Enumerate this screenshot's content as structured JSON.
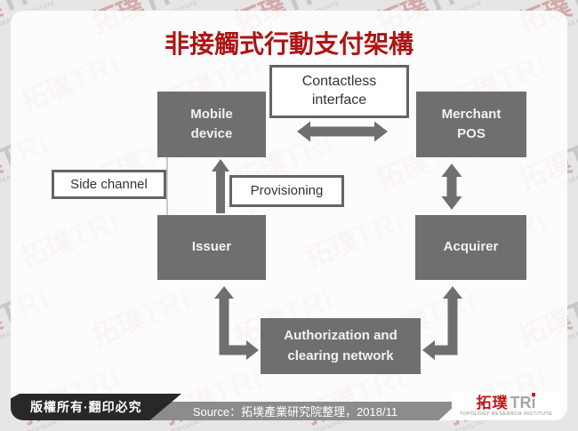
{
  "title": "非接觸式行動支付架構",
  "watermark": {
    "cn": "拓璞",
    "tri": "TRi",
    "subtitle": "TOPOLOGY RESEARCH INSTITUTE"
  },
  "diagram": {
    "nodes": {
      "mobile_device": "Mobile\ndevice",
      "merchant_pos": "Merchant\nPOS",
      "issuer": "Issuer",
      "acquirer": "Acquirer",
      "auth_network": "Authorization and\nclearing network"
    },
    "labels": {
      "contactless": "Contactless\ninterface",
      "side_channel": "Side channel",
      "provisioning": "Provisioning"
    },
    "connections": [
      "Mobile device <-> Merchant POS (Contactless interface)",
      "Merchant POS <-> Acquirer",
      "Issuer -> Mobile device (Provisioning)",
      "Mobile device -- Issuer (Side channel)",
      "Issuer <-> Authorization and clearing network",
      "Acquirer <-> Authorization and clearing network"
    ]
  },
  "footer": {
    "copyright": "版權所有·翻印必究",
    "source": "Source：拓墣產業研究院整理，2018/11"
  },
  "logo": {
    "cn": "拓璞",
    "tr": "TR",
    "i": "i",
    "subtitle": "TOPOLOGY RESEARCH INSTITUTE"
  },
  "colors": {
    "title_red": "#ad1414",
    "node_gray": "#6f6f6f",
    "arrow_gray": "#6f6f6f",
    "label_border": "#646464",
    "footer_dark": "#282828",
    "footer_gray": "#8c8c8c",
    "logo_red": "#c01818",
    "page_margin": "#e6e6e6"
  }
}
